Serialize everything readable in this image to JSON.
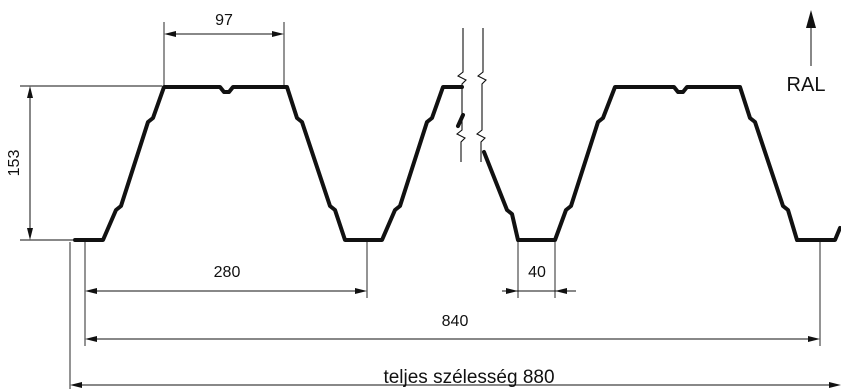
{
  "dimensions": {
    "top_flange_width": "97",
    "profile_height": "153",
    "rib_pitch": "280",
    "bottom_flange_width": "40",
    "effective_width": "840",
    "total_width": "teljes szélesség 880"
  },
  "orientation_label": "RAL"
}
